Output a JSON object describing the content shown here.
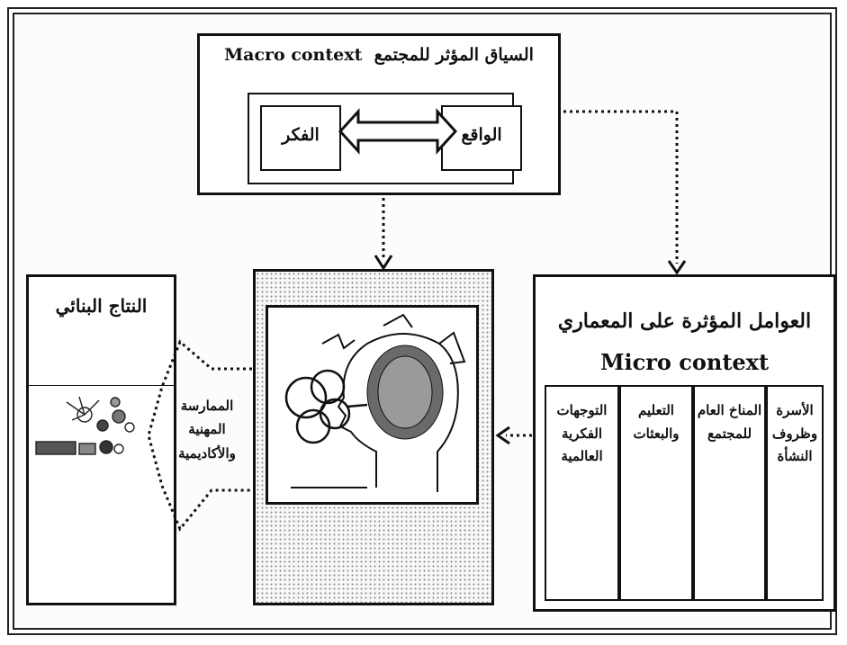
{
  "macro": {
    "title_ar": "السياق المؤثر للمجتمع",
    "title_en": "Macro context",
    "reality": "الواقع",
    "thought": "الفكر"
  },
  "micro": {
    "title_ar": "العوامل المؤثرة على المعماري",
    "title_en": "Micro context",
    "columns": [
      "الأسرة وظروف النشأة",
      "المناخ العام للمجتمع",
      "التعليم والبعثات",
      "التوجهات الفكرية العالمية"
    ]
  },
  "output": {
    "title": "النتاج البنائي"
  },
  "practice": {
    "line1": "الممارسة",
    "line2": "المهنية",
    "line3": "والأكاديمية"
  }
}
